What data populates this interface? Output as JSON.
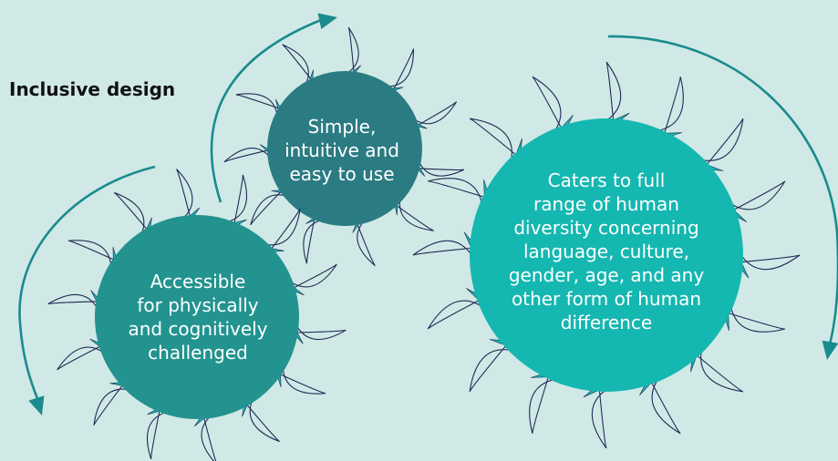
{
  "title": "Inclusive design",
  "colors": {
    "background": "#d0e9e6",
    "dark_teal": "#2b7b82",
    "medium_teal": "#22938f",
    "bright_teal": "#15b7b1",
    "arrow": "#1a8b8e",
    "petal_outline": "#1f2a55"
  },
  "circles": [
    {
      "id": "simple",
      "lines": [
        "Simple,",
        "intuitive and",
        "easy to use"
      ]
    },
    {
      "id": "accessible",
      "lines": [
        "Accessible",
        "for physically",
        "and cognitively",
        "challenged"
      ]
    },
    {
      "id": "caters",
      "lines": [
        "Caters to full",
        "range of human",
        "diversity concerning",
        "language, culture,",
        "gender, age, and any",
        "other form of human",
        "difference"
      ]
    }
  ]
}
